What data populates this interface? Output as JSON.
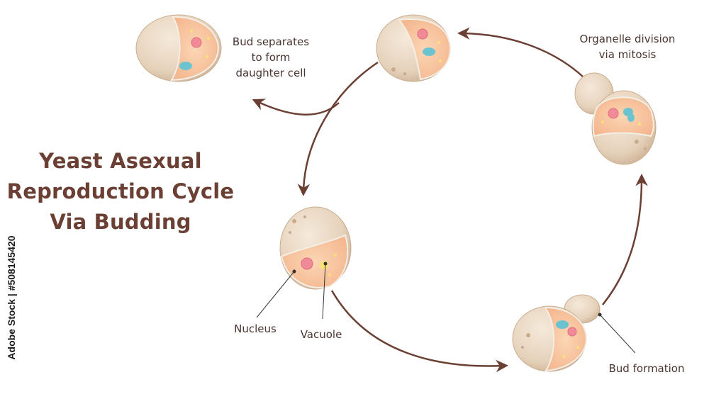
{
  "title": {
    "line1": "Yeast Asexual",
    "line2": "Reproduction  Cycle",
    "line3": "Via Budding"
  },
  "labels": {
    "bud_separates_1": "Bud separates",
    "bud_separates_2": "to form",
    "bud_separates_3": "daughter cell",
    "organelle_division_1": "Organelle division",
    "organelle_division_2": "via mitosis",
    "nucleus": "Nucleus",
    "vacuole": "Vacuole",
    "bud_formation": "Bud formation"
  },
  "watermark": "Adobe Stock | #508145420",
  "colors": {
    "arrow": "#6b3f33",
    "cell_wall": "#e8d5bf",
    "cytoplasm": "#f8c7a0",
    "nucleus": "#f08a99",
    "vacuole": "#6cc3d0",
    "title": "#6b3f33"
  }
}
